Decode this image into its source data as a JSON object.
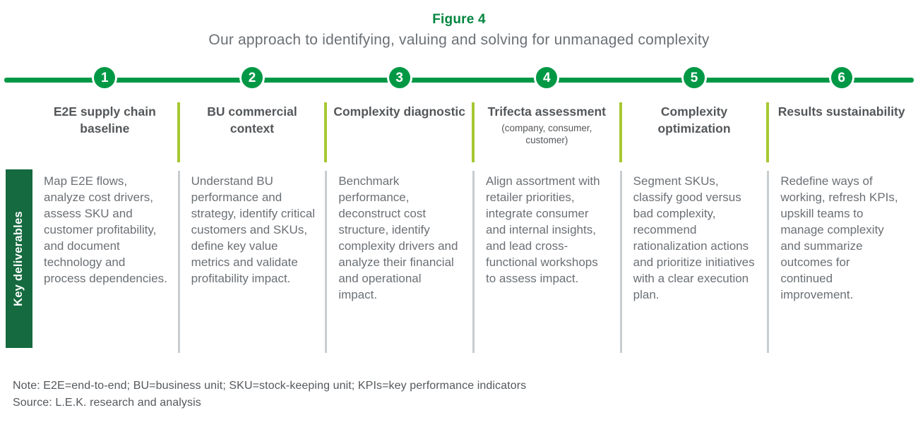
{
  "figure": {
    "label": "Figure 4",
    "title": "Our approach to identifying, valuing and solving for unmanaged complexity"
  },
  "sidebar": {
    "label": "Key deliverables"
  },
  "steps": [
    {
      "number": "1",
      "title": "E2E supply chain baseline",
      "body": "Map E2E flows, analyze cost drivers, assess SKU and customer profitability, and document technology and process dependencies."
    },
    {
      "number": "2",
      "title": "BU commercial context",
      "body": "Understand BU performance and strategy, identify critical customers and SKUs, define key value metrics and validate profitability impact."
    },
    {
      "number": "3",
      "title": "Complexity diagnostic",
      "body": "Benchmark performance, deconstruct cost structure, identify complexity drivers and analyze their financial and operational impact."
    },
    {
      "number": "4",
      "title": "Trifecta assessment",
      "subtitle": "(company, consumer, customer)",
      "body": "Align assortment with retailer priorities, integrate consumer and internal insights, and lead cross-functional workshops to assess impact."
    },
    {
      "number": "5",
      "title": "Complexity optimization",
      "body": "Segment SKUs, classify good versus bad complexity, recommend rationalization actions and prioritize initiatives with a clear execution plan."
    },
    {
      "number": "6",
      "title": "Results sustainability",
      "body": "Redefine ways of working, refresh KPIs, upskill teams to manage complexity and summarize outcomes for continued improvement."
    }
  ],
  "footer": {
    "note": "Note: E2E=end-to-end; BU=business unit; SKU=stock-keeping unit; KPIs=key performance indicators",
    "source": "Source: L.E.K. research and analysis"
  },
  "colors": {
    "brand_green": "#009845",
    "title_green": "#00853f",
    "sidebar_green": "#156a3f",
    "lime_divider": "#a6c832",
    "gray_divider": "#c7cdd1",
    "header_text": "#54575a",
    "body_text": "#6b7075"
  }
}
